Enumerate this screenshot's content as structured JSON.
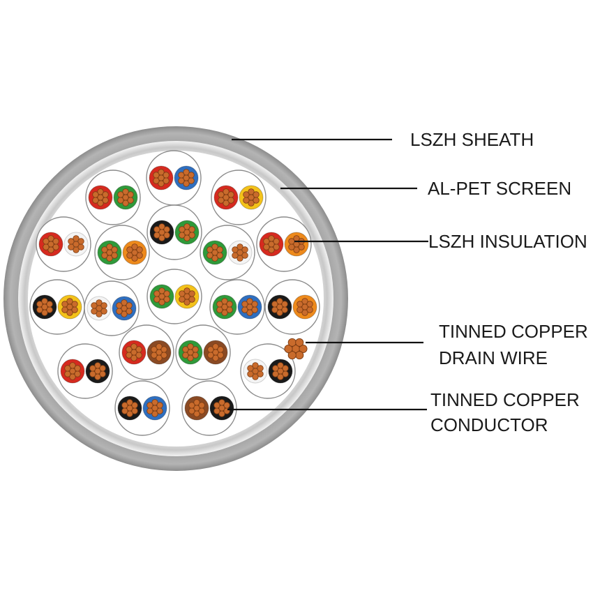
{
  "labels": {
    "sheath": "LSZH SHEATH",
    "screen": "AL-PET SCREEN",
    "insulation": "LSZH INSULATION",
    "drain_line1": "TINNED COPPER",
    "drain_line2": "DRAIN WIRE",
    "conductor_line1": "TINNED COPPER",
    "conductor_line2": "CONDUCTOR"
  },
  "colors": {
    "sheath": "#a6a6a6",
    "screen": "#dcdcdc",
    "fill": "#ffffff",
    "copper": "#c96b2c",
    "red": "#d62a1f",
    "blue": "#2f6fc0",
    "green": "#2f9a3a",
    "orange": "#ee8a1c",
    "brown": "#8a4a24",
    "black": "#1a1a1a",
    "yellow": "#f4c21a",
    "white": "#f4f4f4",
    "leader": "#111111"
  },
  "pairs": [
    [
      "red",
      "green"
    ],
    [
      "red",
      "blue"
    ],
    [
      "red",
      "yellow"
    ],
    [
      "red",
      "white"
    ],
    [
      "green",
      "orange"
    ],
    [
      "black",
      "green"
    ],
    [
      "green",
      "white"
    ],
    [
      "red",
      "orange"
    ],
    [
      "black",
      "yellow"
    ],
    [
      "white",
      "blue"
    ],
    [
      "green",
      "yellow"
    ],
    [
      "green",
      "blue"
    ],
    [
      "black",
      "orange"
    ],
    [
      "red",
      "brown"
    ],
    [
      "green",
      "brown"
    ],
    [
      "red",
      "black"
    ],
    [
      "white",
      "black"
    ],
    [
      "black",
      "blue"
    ],
    [
      "brown",
      "black"
    ]
  ]
}
